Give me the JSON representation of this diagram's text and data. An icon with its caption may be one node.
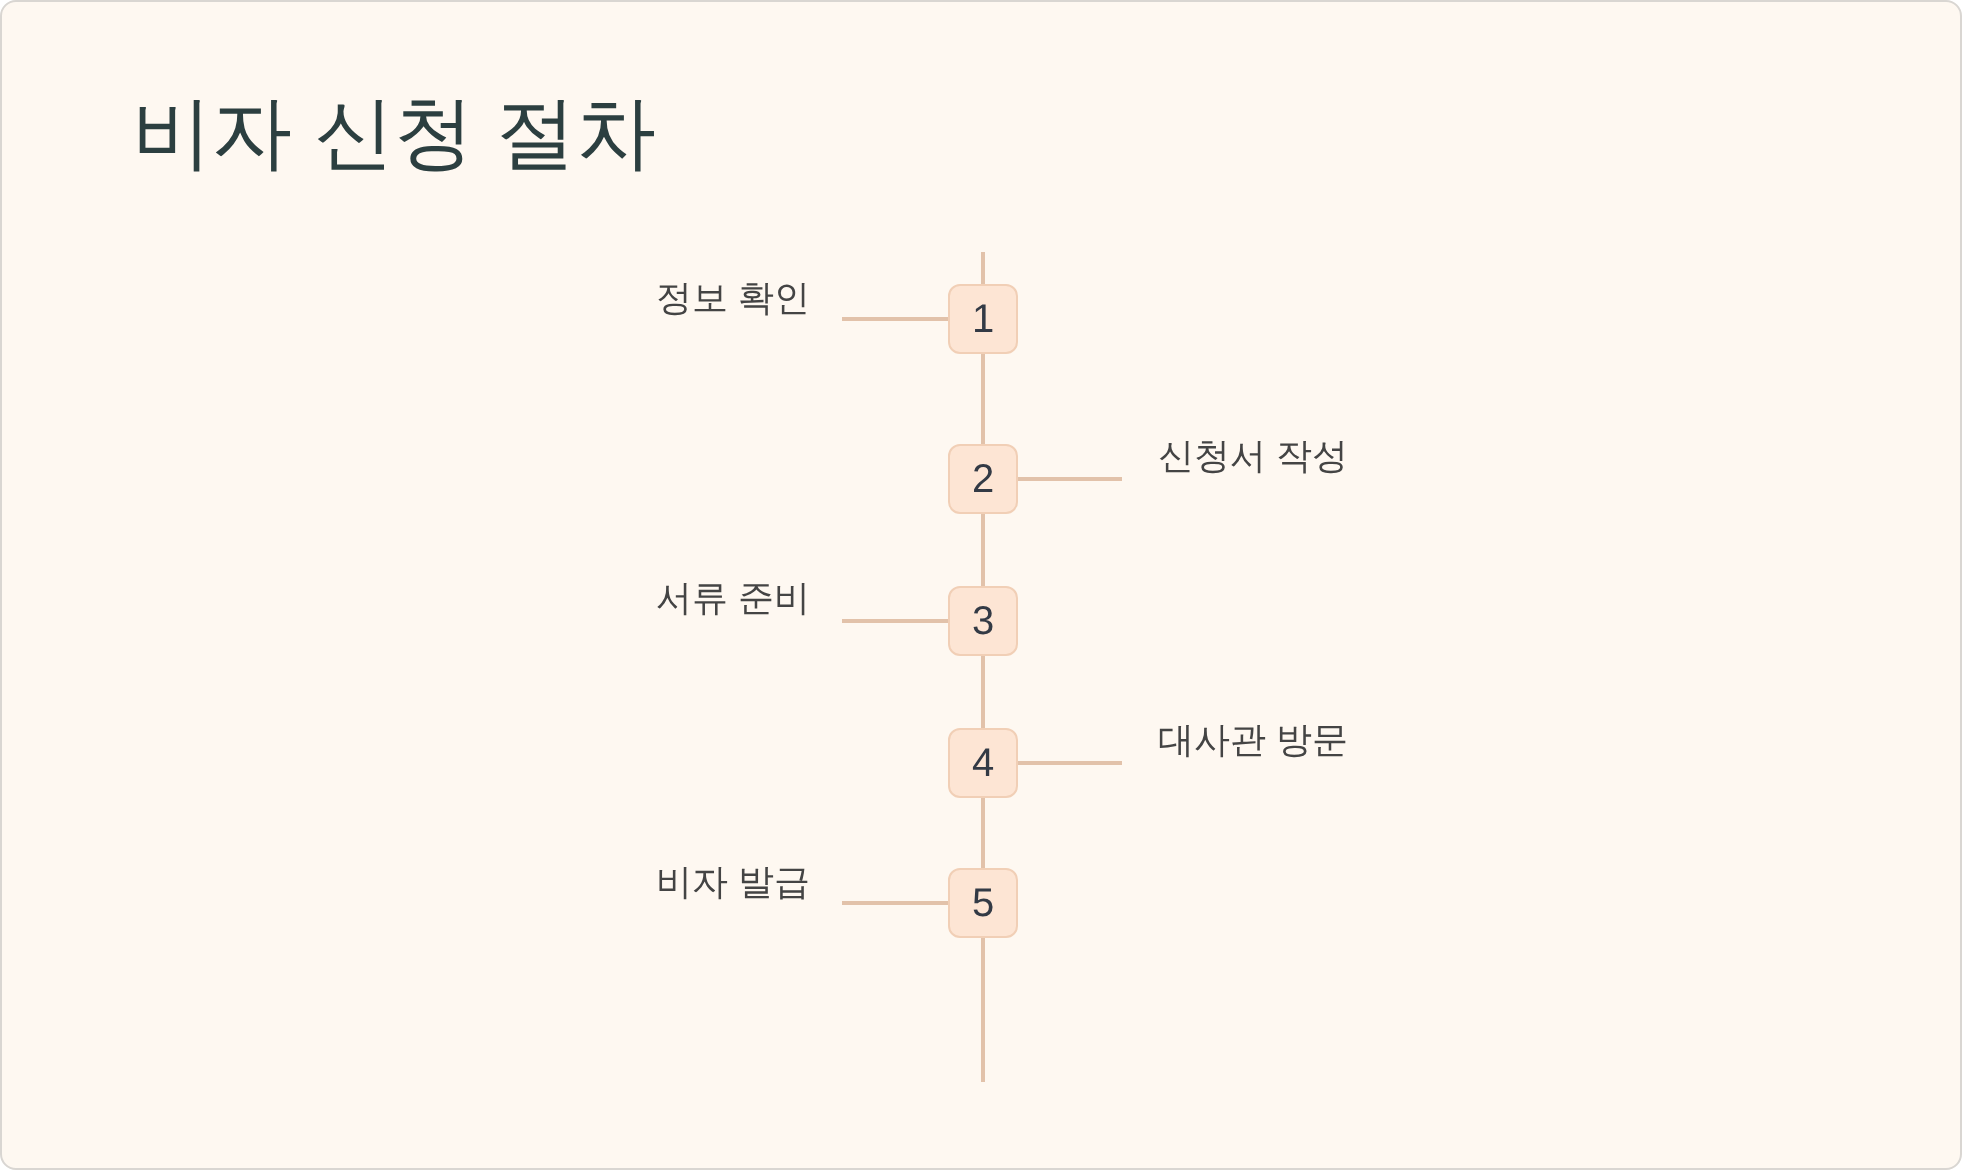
{
  "diagram": {
    "title": "비자 신청 절차",
    "nodes": [
      {
        "text": [
          "정보 확인"
        ]
      },
      {
        "text": [
          "1"
        ]
      },
      {
        "text": [
          "2"
        ]
      },
      {
        "text": [
          "신청서 작성"
        ]
      },
      {
        "text": [
          "서류 준비"
        ]
      },
      {
        "text": [
          "3"
        ]
      },
      {
        "text": [
          "4"
        ]
      },
      {
        "text": [
          "대사관 방문"
        ]
      },
      {
        "text": [
          "비자 발급"
        ]
      },
      {
        "text": [
          "5"
        ]
      }
    ],
    "edges": [
      {
        "from": 0,
        "to": 1,
        "arrow": "none"
      },
      {
        "from": 2,
        "to": 3,
        "arrow": "none"
      },
      {
        "from": 4,
        "to": 5,
        "arrow": "none"
      },
      {
        "from": 6,
        "to": 7,
        "arrow": "none"
      },
      {
        "from": 8,
        "to": 9,
        "arrow": "none"
      },
      {
        "from": 1,
        "to": 2,
        "arrow": "none"
      },
      {
        "from": 2,
        "to": 5,
        "arrow": "none"
      },
      {
        "from": 5,
        "to": 6,
        "arrow": "none"
      },
      {
        "from": 6,
        "to": 9,
        "arrow": "none"
      }
    ]
  }
}
